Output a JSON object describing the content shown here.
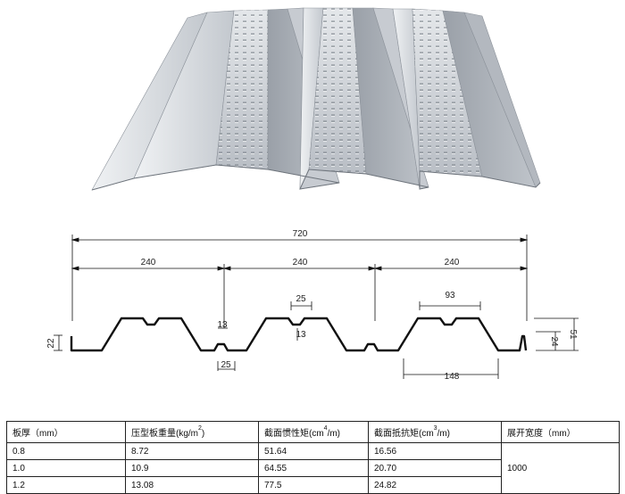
{
  "dimensions": {
    "total_width": "720",
    "pitch_1": "240",
    "pitch_2": "240",
    "pitch_3": "240",
    "rib_top_detail": "25",
    "rib_top_detail_2": "13",
    "bottom_detail": "13",
    "bottom_detail_2": "25",
    "top_flat": "93",
    "bottom_flat": "148",
    "height_total": "51",
    "height_lower": "24",
    "height_left": "22"
  },
  "table": {
    "headers": {
      "thickness": "板厚（mm）",
      "weight_pre": "压型板重量(kg/m",
      "weight_sup": "2",
      "weight_post": ")",
      "inertia_pre": "截面惯性矩(cm",
      "inertia_sup": "4",
      "inertia_post": "/m)",
      "modulus_pre": "截面抵抗矩(cm",
      "modulus_sup": "3",
      "modulus_post": "/m)",
      "width": "展开宽度（mm）"
    },
    "rows": [
      {
        "thickness": "0.8",
        "weight": "8.72",
        "inertia": "51.64",
        "modulus": "16.56"
      },
      {
        "thickness": "1.0",
        "weight": "10.9",
        "inertia": "64.55",
        "modulus": "20.70"
      },
      {
        "thickness": "1.2",
        "weight": "13.08",
        "inertia": "77.5",
        "modulus": "24.82"
      }
    ],
    "unfold_width": "1000"
  },
  "colors": {
    "sheet_light": "#d5d9de",
    "sheet_mid": "#aeb3ba",
    "sheet_dark": "#8d939b",
    "line": "#111111"
  }
}
